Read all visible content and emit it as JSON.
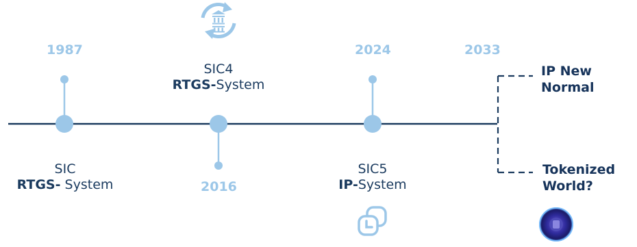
{
  "milestones": [
    {
      "year": "1987",
      "name": "SIC",
      "type_bold": "RTGS-",
      "type_rest": " System"
    },
    {
      "year": "2016",
      "name": "SIC4",
      "type_bold": "RTGS-",
      "type_rest": "System"
    },
    {
      "year": "2024",
      "name": "SIC5",
      "type_bold": "IP-",
      "type_rest": "System"
    }
  ],
  "future": {
    "year": "2033",
    "branch_top": {
      "line1": "IP New",
      "line2": "Normal"
    },
    "branch_bottom": {
      "line1": "Tokenized",
      "line2": "World?"
    }
  },
  "colors": {
    "axis": "#1a3a5e",
    "node": "#9cc7e8",
    "text": "#1a3a5e",
    "year": "#9cc7e8"
  },
  "icons": [
    "bank-sync-icon",
    "instant-payment-clock-icon",
    "tokenized-world-globe-icon"
  ]
}
